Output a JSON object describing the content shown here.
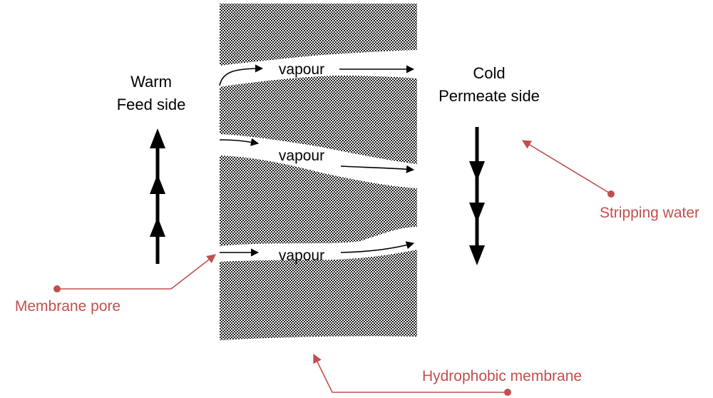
{
  "labels": {
    "feed_line1": "Warm",
    "feed_line2": "Feed side",
    "permeate_line1": "Cold",
    "permeate_line2": "Permeate side",
    "vapour_1": "vapour",
    "vapour_2": "vapour",
    "vapour_3": "vapour"
  },
  "callouts": {
    "stripping_water": "Stripping water",
    "membrane_pore": "Membrane pore",
    "hydrophobic_membrane": "Hydrophobic membrane"
  },
  "colors": {
    "callout": "#c0504d",
    "ink": "#000000",
    "membrane_dark": "#1a1a1a",
    "membrane_light": "#ffffff"
  }
}
